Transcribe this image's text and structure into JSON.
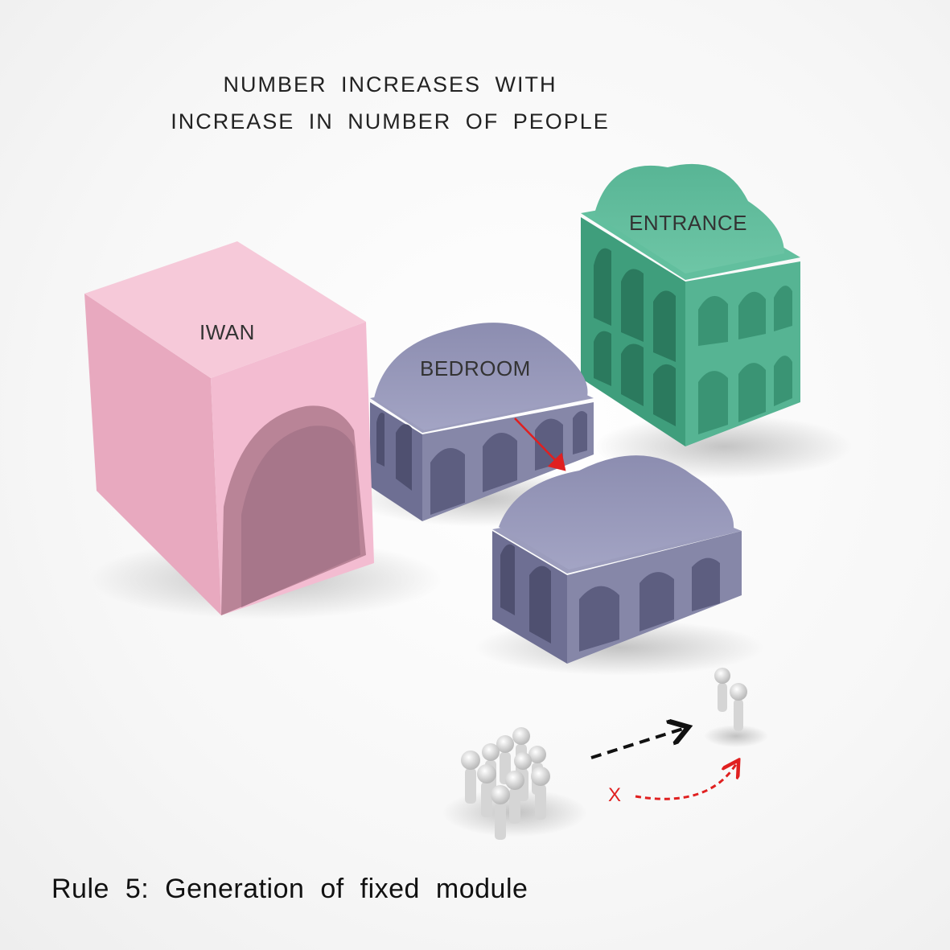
{
  "heading": {
    "line1": "NUMBER INCREASES WITH",
    "line2": "INCREASE IN NUMBER OF PEOPLE"
  },
  "modules": {
    "iwan": {
      "label": "IWAN",
      "color": "#f0b7cc"
    },
    "bedroom": {
      "label": "BEDROOM",
      "color": "#8e8fb0"
    },
    "entrance": {
      "label": "ENTRANCE",
      "color": "#5fb99a"
    }
  },
  "annotations": {
    "rejected_mark": "X"
  },
  "caption": "Rule 5: Generation of fixed module",
  "colors": {
    "arrow_red": "#e02020",
    "arrow_black": "#111111",
    "figure": "#e8e8e8"
  }
}
